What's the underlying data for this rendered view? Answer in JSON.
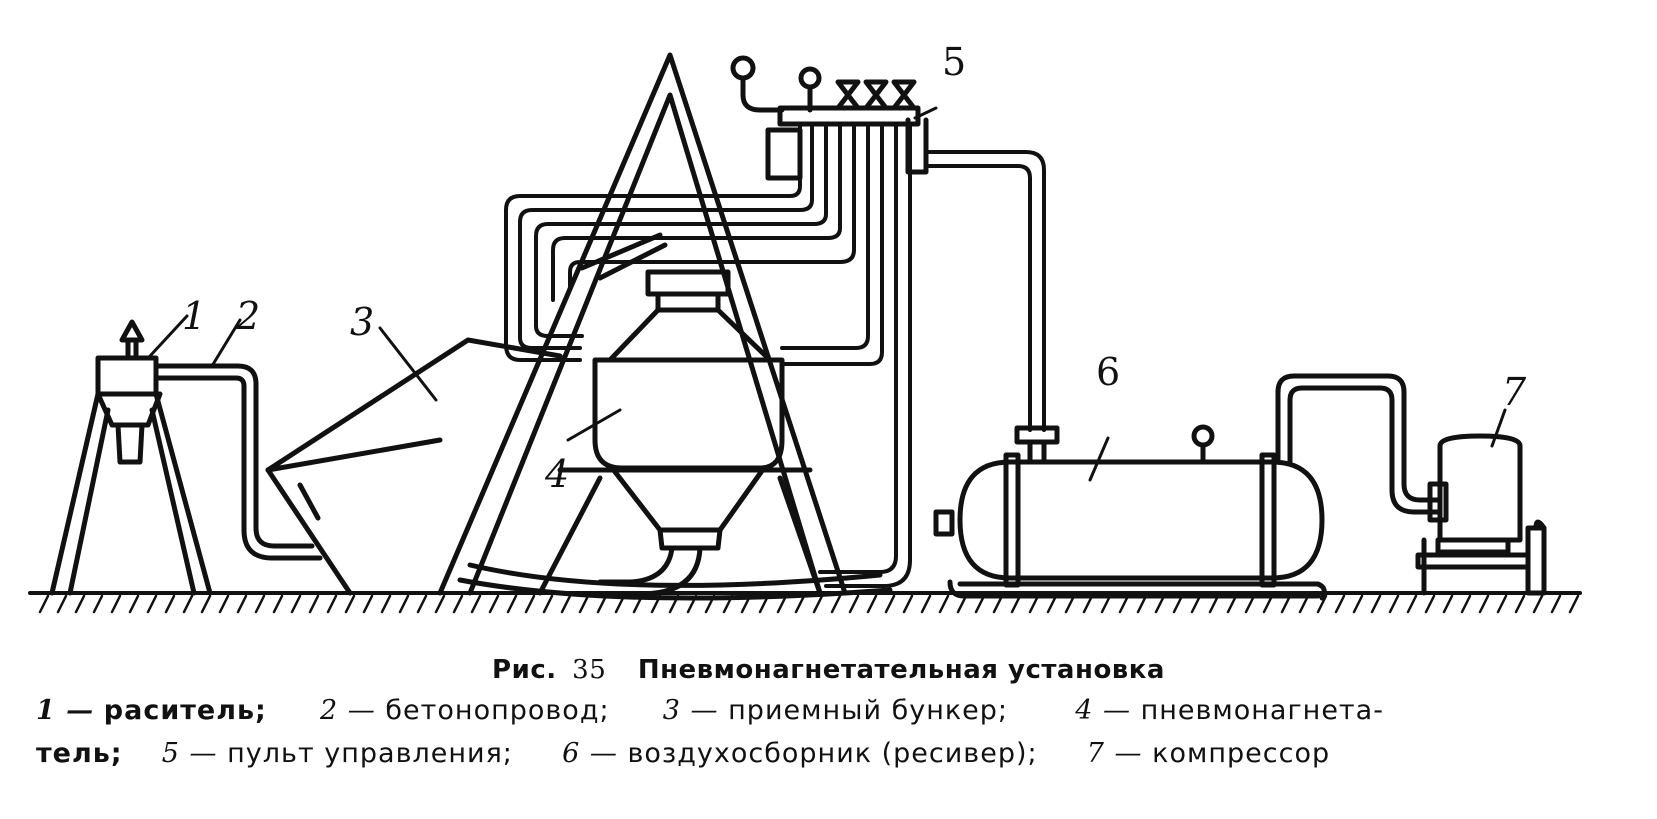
{
  "labels": {
    "l1": "1",
    "l2": "2",
    "l3": "3",
    "l4": "4",
    "l5": "5",
    "l6": "6",
    "l7": "7"
  },
  "caption": {
    "prefix": "Рис.",
    "number": "35",
    "title": "Пневмонагнетательная установка"
  },
  "legend": {
    "line1": [
      {
        "k": "1 —",
        "text": "раситель;"
      },
      {
        "k": "2 —",
        "text": "бетонопровод;"
      },
      {
        "k": "3 —",
        "text": "приемный бункер;"
      },
      {
        "k": "4 —",
        "text": "пневмонагнета-"
      }
    ],
    "line2": [
      {
        "k": "",
        "text": "тель;"
      },
      {
        "k": "5 —",
        "text": "пульт управления;"
      },
      {
        "k": "6 —",
        "text": "воздухосборник (ресивер);"
      },
      {
        "k": "7 —",
        "text": "компрессор"
      }
    ]
  }
}
